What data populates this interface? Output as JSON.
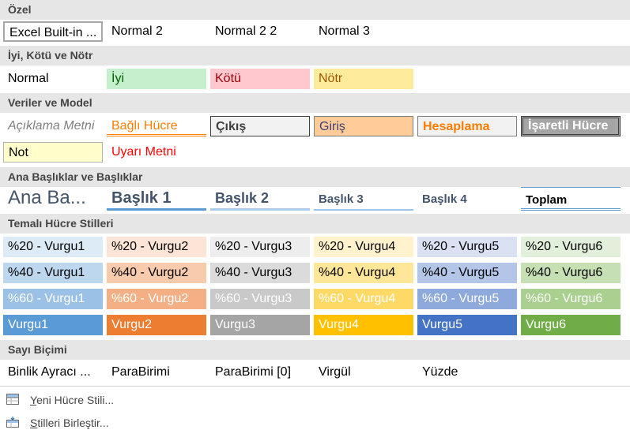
{
  "sections": {
    "custom": "Özel",
    "good_bad": "İyi, Kötü ve Nötr",
    "data_model": "Veriler ve Model",
    "titles": "Ana Başlıklar ve Başlıklar",
    "themed": "Temalı Hücre Stilleri",
    "number": "Sayı Biçimi"
  },
  "custom": [
    "Excel Built-in ...",
    "Normal 2",
    "Normal 2 2",
    "Normal 3"
  ],
  "good_bad": [
    "Normal",
    "İyi",
    "Kötü",
    "Nötr"
  ],
  "data_model": [
    "Açıklama Metni",
    "Bağlı Hücre",
    "Çıkış",
    "Giriş",
    "Hesaplama",
    "İşaretli Hücre",
    "Not",
    "Uyarı Metni"
  ],
  "titles": [
    "Ana Ba...",
    "Başlık 1",
    "Başlık 2",
    "Başlık 3",
    "Başlık 4",
    "Toplam"
  ],
  "themed": {
    "row20": [
      "%20 - Vurgu1",
      "%20 - Vurgu2",
      "%20 - Vurgu3",
      "%20 - Vurgu4",
      "%20 - Vurgu5",
      "%20 - Vurgu6"
    ],
    "row40": [
      "%40 - Vurgu1",
      "%40 - Vurgu2",
      "%40 - Vurgu3",
      "%40 - Vurgu4",
      "%40 - Vurgu5",
      "%40 - Vurgu6"
    ],
    "row60": [
      "%60 - Vurgu1",
      "%60 - Vurgu2",
      "%60 - Vurgu3",
      "%60 - Vurgu4",
      "%60 - Vurgu5",
      "%60 - Vurgu6"
    ],
    "row100": [
      "Vurgu1",
      "Vurgu2",
      "Vurgu3",
      "Vurgu4",
      "Vurgu5",
      "Vurgu6"
    ]
  },
  "number": [
    "Binlik Ayracı ...",
    "ParaBirimi",
    "ParaBirimi [0]",
    "Virgül",
    "Yüzde"
  ],
  "menu": {
    "new_style_accel": "Y",
    "new_style_rest": "eni Hücre Stili...",
    "merge_accel": "S",
    "merge_rest": "tilleri Birleştir..."
  },
  "colors": {
    "accent1": "#5b9bd5",
    "accent2": "#ed7d31",
    "accent3": "#a5a5a5",
    "accent4": "#ffc000",
    "accent5": "#4472c4",
    "accent6": "#70ad47",
    "good_fill": "#c6efce",
    "good_text": "#006100",
    "bad_fill": "#ffc7ce",
    "bad_text": "#9c0006",
    "neutral_fill": "#ffeb9c",
    "neutral_text": "#9c5700"
  }
}
